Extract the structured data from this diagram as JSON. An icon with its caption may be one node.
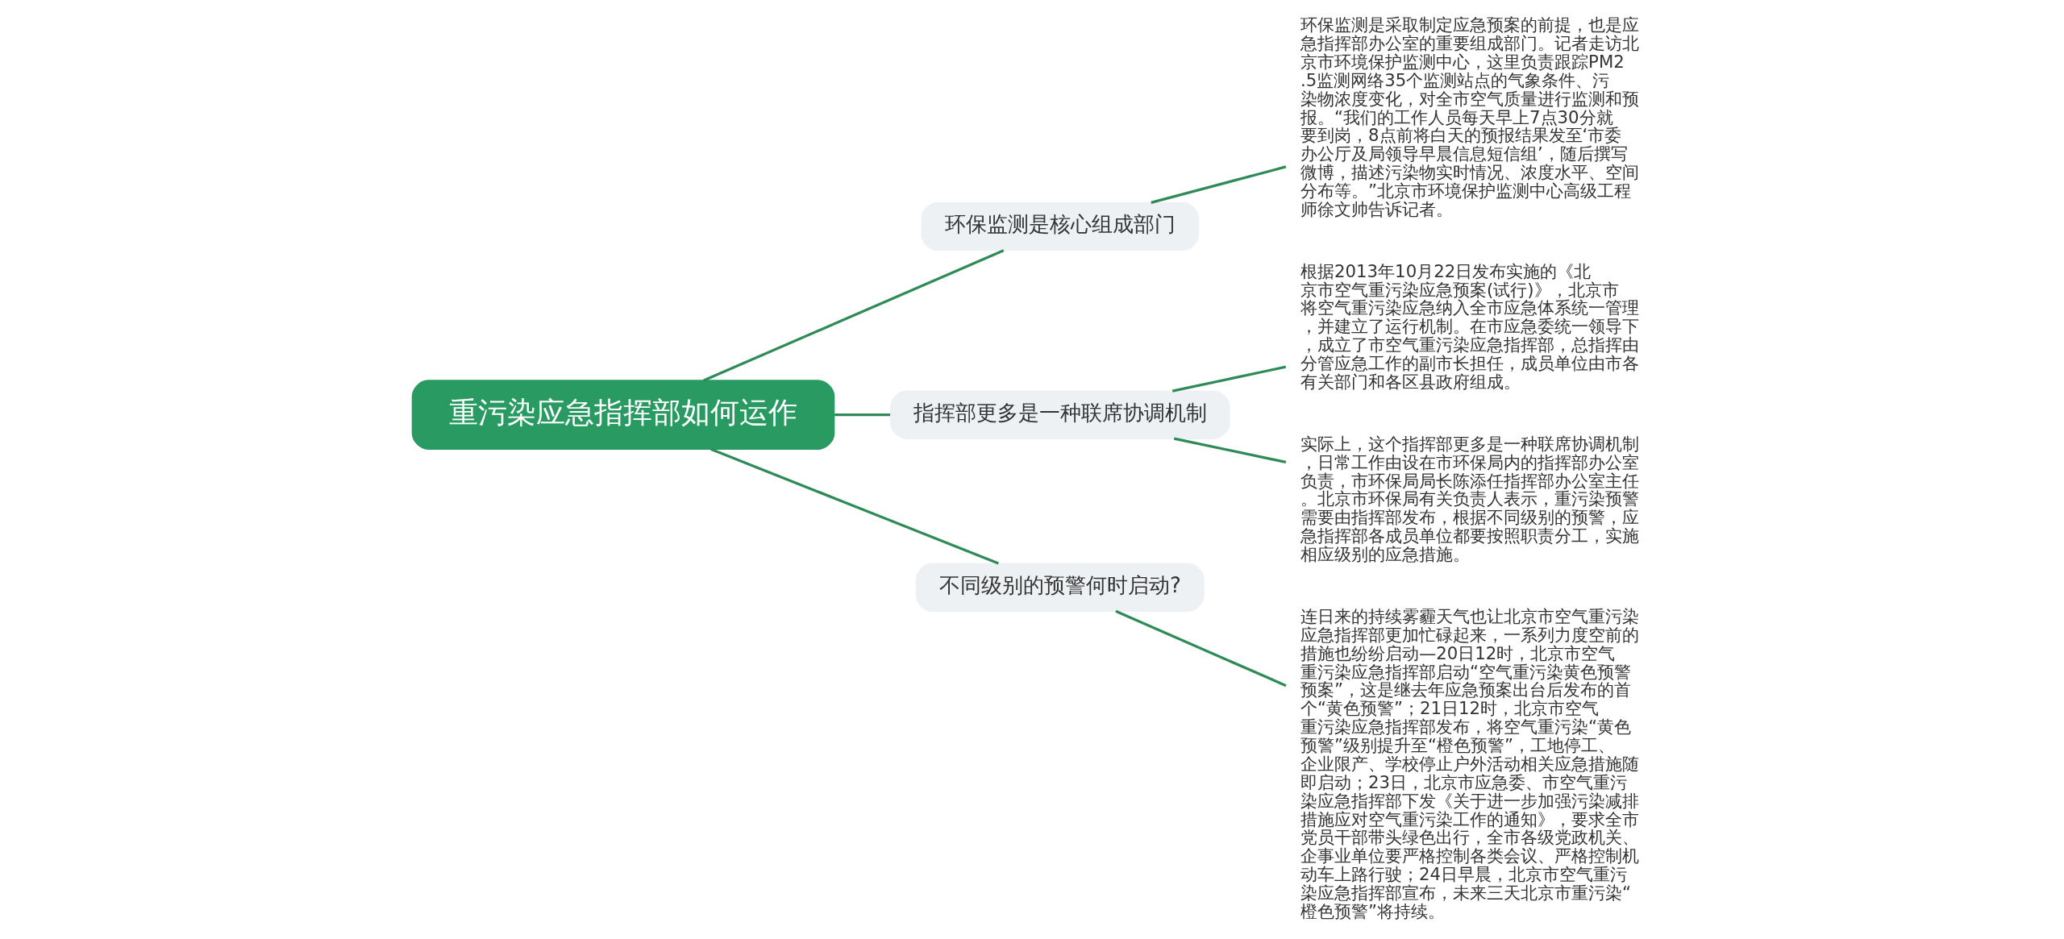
{
  "diagram": {
    "nodes": [
      {
        "text": [
          "重污染应急指挥部如何运作"
        ]
      },
      {
        "text": [
          "环保监测是核心组成部门"
        ]
      },
      {
        "text": [
          "环保监测是采取制定应急预案的前提，也是应急指挥部办公室的重要组成部门。记者走访北京市环境保护监测中心，这里负责跟踪PM2.5监测网络35个监测站点的气象条件、污染物浓度变化，对全市空气质量进行监测和预报。“我们的工作人员每天早上7点30分就要到岗，8点前将白天的预报结果发至‘市委办公厅及局领导早晨信息短信组’，随后撰写微博，描述污染物实时情况、浓度水平、空间分布等。”北京市环境保护监测中心高级工程师徐文帅告诉记者。"
        ]
      },
      {
        "text": [
          "指挥部更多是一种联席协调机制"
        ]
      },
      {
        "text": [
          "根据2013年10月22日发布实施的《北京市空气重污染应急预案(试行)》，北京市将空气重污染应急纳入全市应急体系统一管理，并建立了运行机制。在市应急委统一领导下，成立了市空气重污染应急指挥部，总指挥由分管应急工作的副市长担任，成员单位由市各有关部门和各区县政府组成。"
        ]
      },
      {
        "text": [
          "实际上，这个指挥部更多是一种联席协调机制，日常工作由设在市环保局内的指挥部办公室负责，市环保局局长陈添任指挥部办公室主任。北京市环保局有关负责人表示，重污染预警需要由指挥部发布，根据不同级别的预警，应急指挥部各成员单位都要按照职责分工，实施相应级别的应急措施。"
        ]
      },
      {
        "text": [
          "不同级别的预警何时启动?"
        ]
      },
      {
        "text": [
          "连日来的持续雾霾天气也让北京市空气重污染应急指挥部更加忙碌起来，一系列力度空前的措施也纷纷启动—20日12时，北京市空气重污染应急指挥部启动“空气重污染黄色预警预案”，这是继去年应急预案出台后发布的首个“黄色预警”；21日12时，北京市空气重污染应急指挥部发布，将空气重污染“黄色预警”级别提升至“橙色预警”，工地停工、企业限产、学校停止户外活动相关应急措施随即启动；23日，北京市应急委、市空气重污染应急指挥部下发《关于进一步加强污染减排措施应对空气重污染工作的通知》，要求全市党员干部带头绿色出行，全市各级党政机关、企事业单位要严格控制各类会议、严格控制机动车上路行驶；24日早晨，北京市空气重污染应急指挥部宣布，未来三天北京市重污染“橙色预警”将持续。"
        ]
      }
    ],
    "edges": [
      {
        "from": 0,
        "to": 1,
        "arrow": "none"
      },
      {
        "from": 1,
        "to": 2,
        "arrow": "none"
      },
      {
        "from": 0,
        "to": 3,
        "arrow": "none"
      },
      {
        "from": 3,
        "to": 4,
        "arrow": "none"
      },
      {
        "from": 3,
        "to": 5,
        "arrow": "none"
      },
      {
        "from": 0,
        "to": 6,
        "arrow": "none"
      },
      {
        "from": 6,
        "to": 7,
        "arrow": "none"
      }
    ]
  }
}
